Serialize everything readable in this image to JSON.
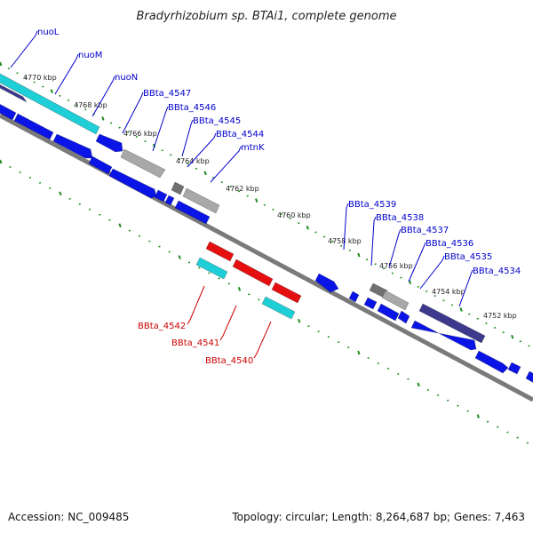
{
  "title": "Bradyrhizobium sp. BTAi1, complete genome",
  "footer": {
    "accession": "Accession: NC_009485",
    "summary": "Topology: circular; Length: 8,264,687 bp; Genes: 7,463"
  },
  "colors": {
    "backbone": "#7a7a7a",
    "tick": "#1e8a1e",
    "label_blue": "#0000cc",
    "label_red": "#cc0000",
    "gene_blue": "#0a14e6",
    "gene_cyan": "#1ecfd8",
    "gene_gray": "#a8a8a8",
    "gene_dark_gray": "#707070",
    "gene_navy": "#3c3a8c",
    "gene_red": "#e60f0f"
  },
  "scale_labels": [
    "4770 kbp",
    "4768 kbp",
    "4766 kbp",
    "4764 kbp",
    "4762 kbp",
    "4760 kbp",
    "4758 kbp",
    "4756 kbp",
    "4754 kbp",
    "4752 kbp"
  ],
  "gene_labels_top": [
    "nuoL",
    "nuoM",
    "nuoN",
    "BBta_4547",
    "BBta_4546",
    "BBta_4545",
    "BBta_4544",
    "mtnK",
    "BBta_4539",
    "BBta_4538",
    "BBta_4537",
    "BBta_4536",
    "BBta_4535",
    "BBta_4534"
  ],
  "gene_labels_bottom": [
    "BBta_4542",
    "BBta_4541",
    "BBta_4540"
  ]
}
